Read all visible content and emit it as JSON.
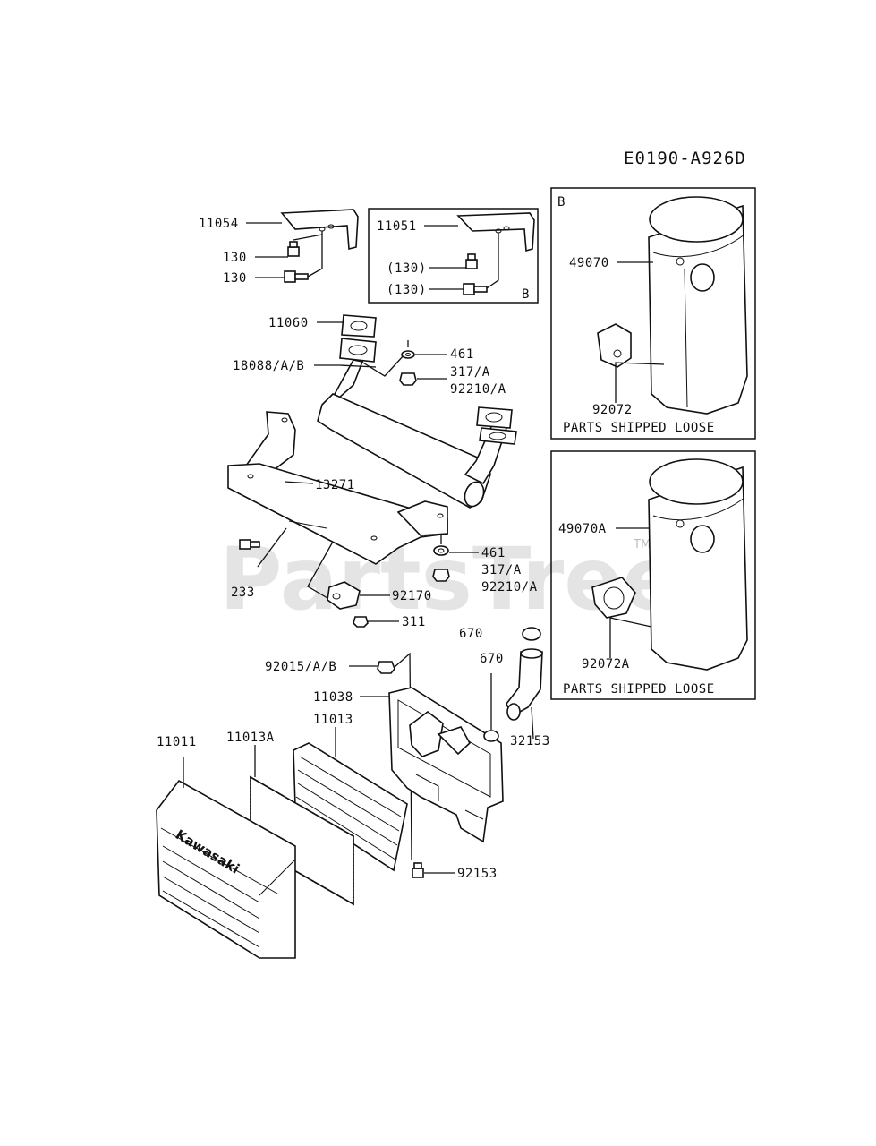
{
  "diagram_code": "E0190-A926D",
  "watermark": "PartsTree",
  "watermark_tm": "TM",
  "cover_brand": "Kawasaki",
  "box_b": {
    "letter_inset": "B",
    "letter_muffler_b": "B",
    "parts_note_1": "PARTS SHIPPED LOOSE",
    "parts_note_2": "PARTS SHIPPED LOOSE"
  },
  "labels": {
    "p11054": "11054",
    "p130_1": "130",
    "p130_2": "130",
    "p11051": "11051",
    "p130b_1": "(130)",
    "p130b_2": "(130)",
    "p11060": "11060",
    "p18088": "18088/A/B",
    "p461_1": "461",
    "p317_1": "317/A",
    "p92210_1": "92210/A",
    "p13271": "13271",
    "p461_2": "461",
    "p317_2": "317/A",
    "p92210_2": "92210/A",
    "p233": "233",
    "p92170": "92170",
    "p311": "311",
    "p670_1": "670",
    "p670_2": "670",
    "p92015": "92015/A/B",
    "p11038": "11038",
    "p11013": "11013",
    "p11013A": "11013A",
    "p11011": "11011",
    "p32153": "32153",
    "p92153": "92153",
    "p49070": "49070",
    "p92072": "92072",
    "p49070A": "49070A",
    "p92072A": "92072A"
  }
}
